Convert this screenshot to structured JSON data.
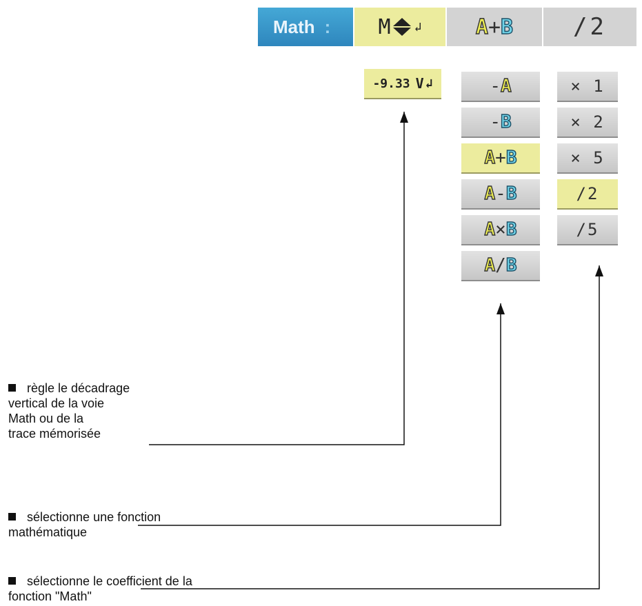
{
  "menubar": {
    "math_label": "Math",
    "math_colon": ":",
    "offset_letter": "M",
    "offset_icons": [
      "up-down-diamond-icon",
      "enter-arrow-icon"
    ],
    "function": {
      "a": "A",
      "op": "+",
      "b": "B"
    },
    "coefficient": "/2"
  },
  "offset_value": {
    "value": "-9.33",
    "unit": "V",
    "icon": "enter-arrow-icon"
  },
  "function_list": {
    "items": [
      {
        "a": "",
        "op": "-",
        "b": "A",
        "b_is": "A"
      },
      {
        "a": "",
        "op": "-",
        "b": "B",
        "b_is": "B"
      },
      {
        "a": "A",
        "op": "+",
        "b": "B"
      },
      {
        "a": "A",
        "op": "-",
        "b": "B"
      },
      {
        "a": "A",
        "op": "×",
        "b": "B"
      },
      {
        "a": "A",
        "op": "/",
        "b": "B"
      }
    ],
    "selected_index": 2
  },
  "coefficient_list": {
    "items": [
      "× 1",
      "× 2",
      "× 5",
      "/2",
      "/5"
    ],
    "selected_index": 3
  },
  "colors": {
    "math_blue": "#2e86bd",
    "selected_yellow": "#ecec9e",
    "menu_grey": "#d3d3d3",
    "channel_a": "#eded55",
    "channel_b": "#6fd3e8"
  },
  "notes": {
    "offset": [
      "règle le décadrage",
      "vertical de la voie",
      "Math ou de la",
      "trace mémorisée"
    ],
    "function": [
      "sélectionne une fonction",
      "mathématique"
    ],
    "coefficient": [
      "sélectionne le coefficient de la",
      "fonction \"Math\""
    ]
  }
}
